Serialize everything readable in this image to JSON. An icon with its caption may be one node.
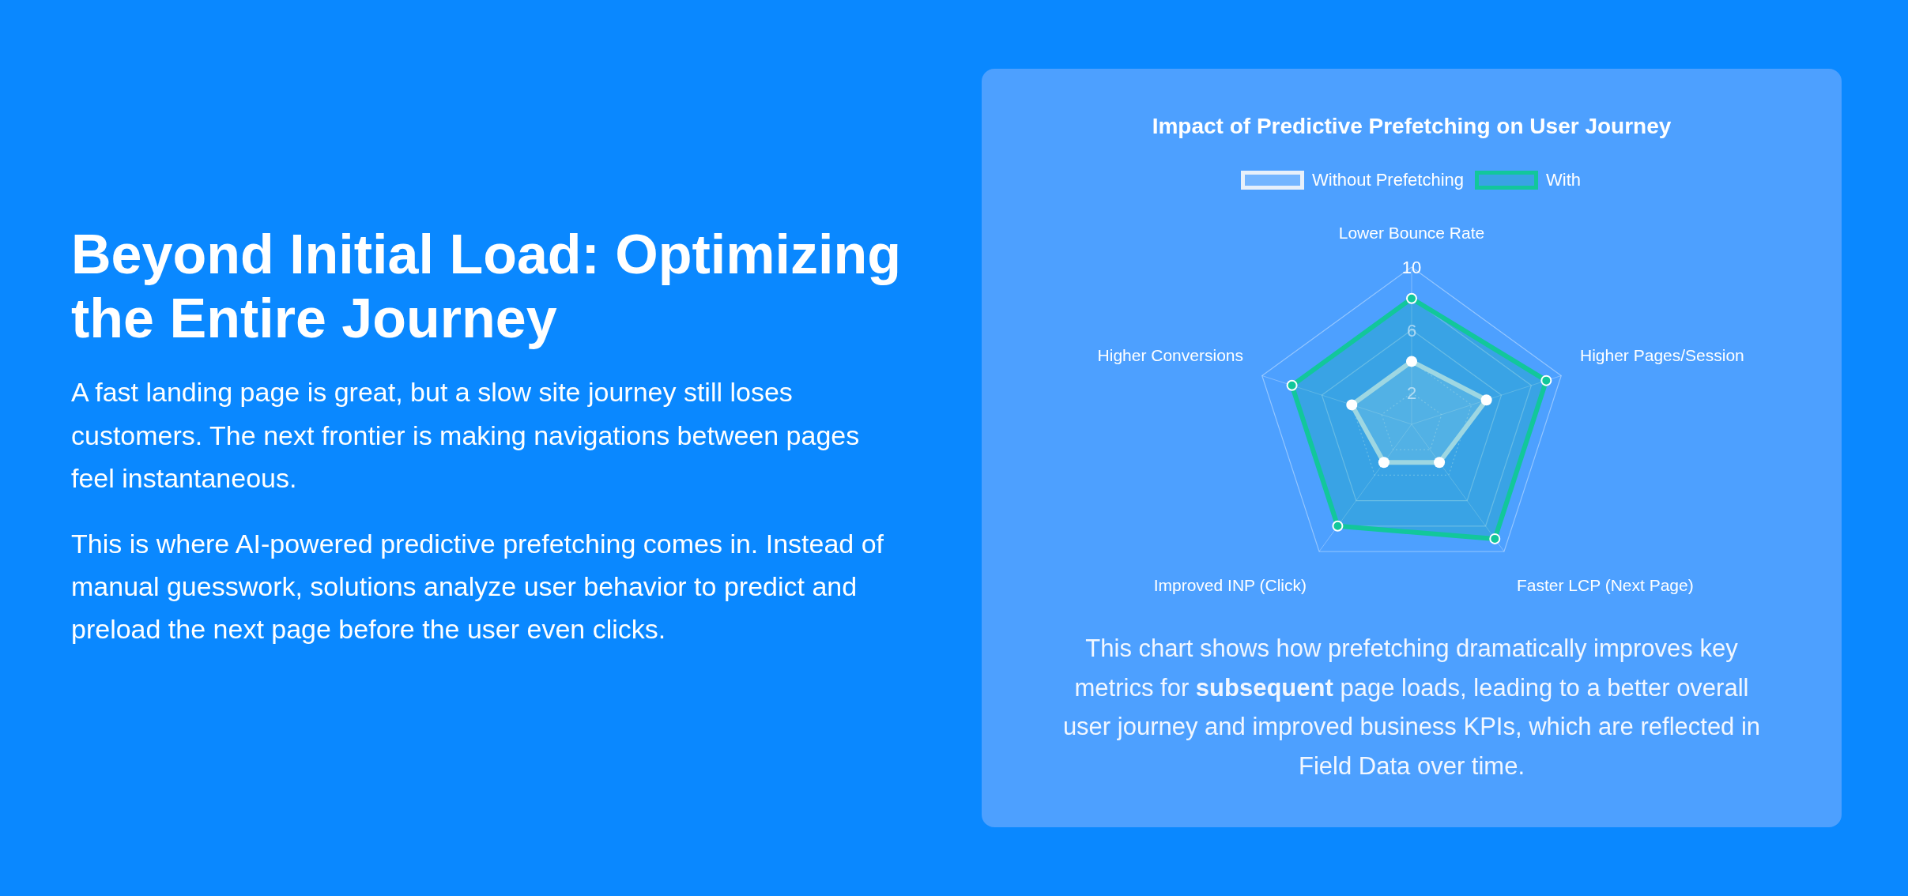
{
  "diagram": {
    "title": "Beyond Initial Load: Optimizing the Entire Journey",
    "labels": [
      "A fast landing page is great, but a slow site journey still loses customers. The next frontier is making navigations between pages feel instantaneous.",
      "This is where AI-powered predictive prefetching comes in. Instead of manual guesswork, solutions analyze user behavior to predict and preload the next page before the user even clicks.",
      "This chart shows how prefetching dramatically improves key metrics for **subsequent** page loads, leading to a better overall user journey and improved business KPIs, which are reflected in Field Data over time."
    ],
    "chart_data": {
      "type": "radar",
      "title": "Impact of Predictive Prefetching on User Journey",
      "categories": [
        "Lower Bounce Rate",
        "Higher Pages/Session",
        "Faster LCP (Next Page)",
        "Improved INP (Click)",
        "Higher Conversions"
      ],
      "ylim": [
        0,
        10
      ],
      "yticks": [
        2,
        6,
        10
      ],
      "series": [
        {
          "name": "Without Prefetching",
          "color": "#e8f0fa",
          "values": [
            4,
            5,
            3,
            3,
            4
          ]
        },
        {
          "name": "With",
          "color": "#12c79b",
          "values": [
            8,
            9,
            9,
            8,
            8
          ]
        }
      ]
    }
  }
}
